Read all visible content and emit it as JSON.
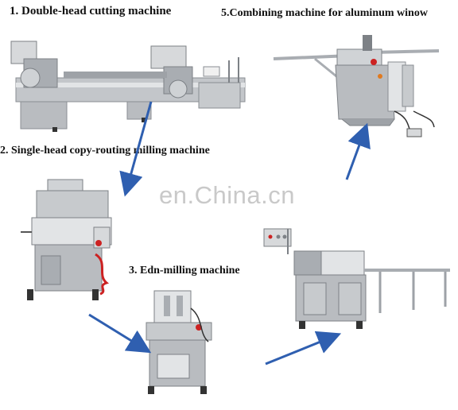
{
  "labels": {
    "machine1": "1. Double-head cutting machine",
    "machine2": "2. Single-head copy-routing milling machine",
    "machine3": "3. Edn-milling machine",
    "machine5": "5.Combining machine for aluminum winow"
  },
  "watermark": "en.China.cn",
  "colors": {
    "arrow": "#2f5fb0",
    "machine_body": "#b9bcc0",
    "machine_dark": "#7d8186",
    "machine_light": "#e2e4e6",
    "accent_red": "#cc2222",
    "accent_orange": "#e07a20",
    "watermark": "#c9c9c9"
  },
  "icons": [
    "double-head-cutting-machine-icon",
    "combining-machine-icon",
    "copy-routing-milling-machine-icon",
    "end-milling-machine-icon",
    "cutting-saw-machine-icon",
    "process-flow-arrow-icon"
  ]
}
